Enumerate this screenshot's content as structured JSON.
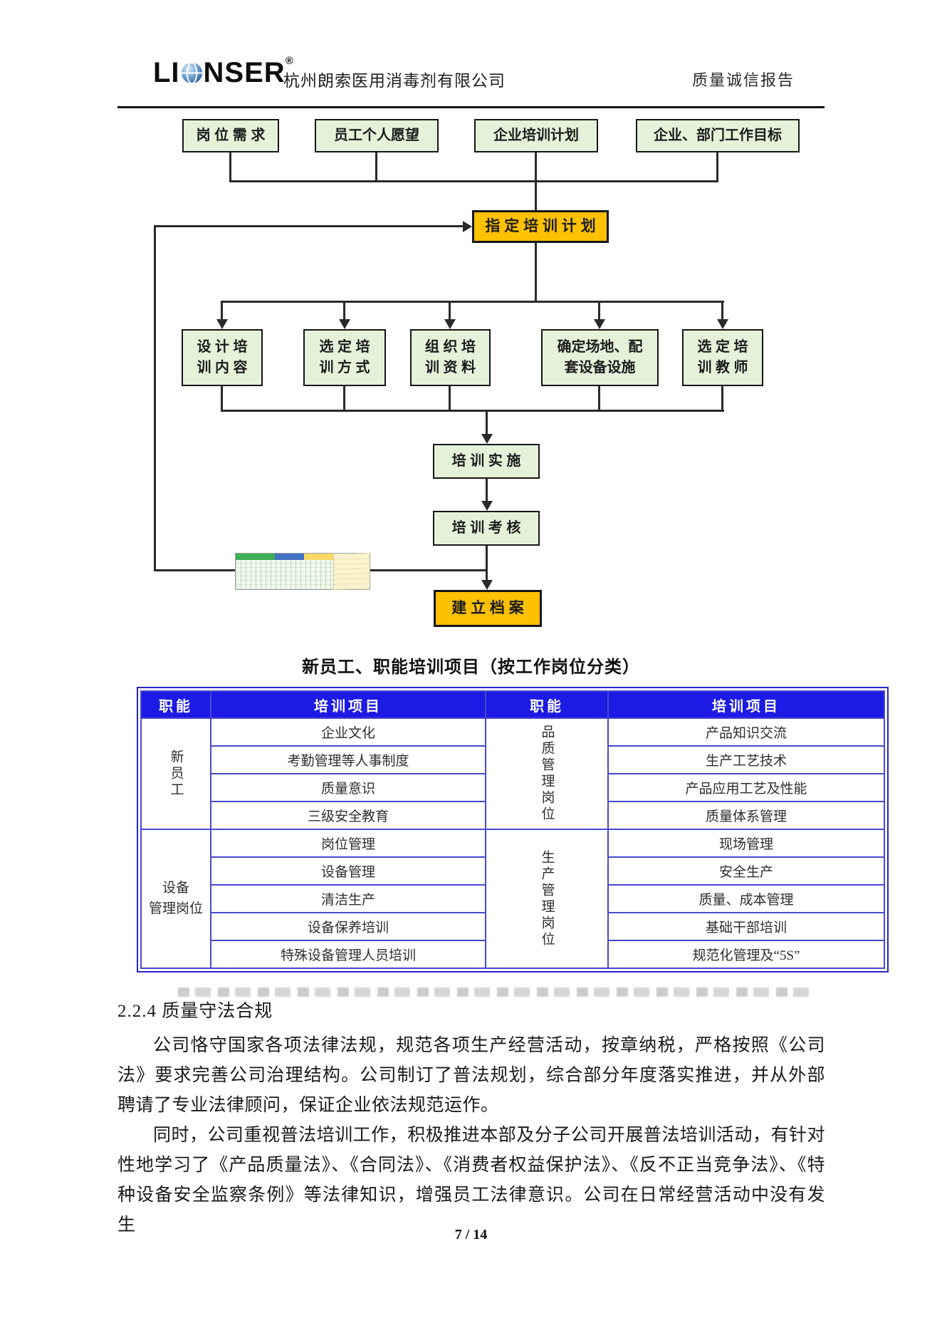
{
  "header": {
    "logo_li": "LI",
    "logo_nser": "NSER",
    "logo_reg": "®",
    "company": "杭州朗索医用消毒剂有限公司",
    "report_title": "质量诚信报告"
  },
  "flowchart": {
    "inputs": [
      "岗 位 需 求",
      "员工个人愿望",
      "企业培训计划",
      "企业、部门工作目标"
    ],
    "plan": "指 定 培 训 计 划",
    "steps": [
      "设 计 培\n训 内 容",
      "选 定 培\n训 方 式",
      "组 织 培\n训 资 料",
      "确定场地、配\n套设备设施",
      "选 定 培\n训 教 师"
    ],
    "implement": "培 训 实 施",
    "assess": "培 训 考 核",
    "archive": "建 立 档 案"
  },
  "table": {
    "title": "新员工、职能培训项目（按工作岗位分类）",
    "headers": [
      "职能",
      "培训项目",
      "职能",
      "培训项目"
    ],
    "groups": [
      {
        "left_label": "新员工",
        "left_items": [
          "企业文化",
          "考勤管理等人事制度",
          "质量意识",
          "三级安全教育"
        ],
        "right_label": "品质管理岗位",
        "right_items": [
          "产品知识交流",
          "生产工艺技术",
          "产品应用工艺及性能",
          "质量体系管理"
        ]
      },
      {
        "left_label": "设备\n管理岗位",
        "left_items": [
          "岗位管理",
          "设备管理",
          "清洁生产",
          "设备保养培训",
          "特殊设备管理人员培训"
        ],
        "right_label": "生产管理岗位",
        "right_items": [
          "现场管理",
          "安全生产",
          "质量、成本管理",
          "基础干部培训",
          "规范化管理及“5S”"
        ]
      }
    ]
  },
  "body": {
    "section_heading": "2.2.4 质量守法合规",
    "para1": "公司恪守国家各项法律法规，规范各项生产经营活动，按章纳税，严格按照《公司法》要求完善公司治理结构。公司制订了普法规划，综合部分年度落实推进，并从外部聘请了专业法律顾问，保证企业依法规范运作。",
    "para2": "同时，公司重视普法培训工作，积极推进本部及分子公司开展普法培训活动，有针对性地学习了《产品质量法》、《合同法》、《消费者权益保护法》、《反不正当竞争法》、《特种设备安全监察条例》等法律知识，增强员工法律意识。公司在日常经营活动中没有发生"
  },
  "footer": {
    "page": "7 / 14"
  },
  "colors": {
    "box_green": "#e4f2da",
    "box_orange": "#fdc101",
    "table_header_blue": "#1c1ae4",
    "table_border_blue": "#4949cf",
    "line_black": "#2a2a2a"
  }
}
